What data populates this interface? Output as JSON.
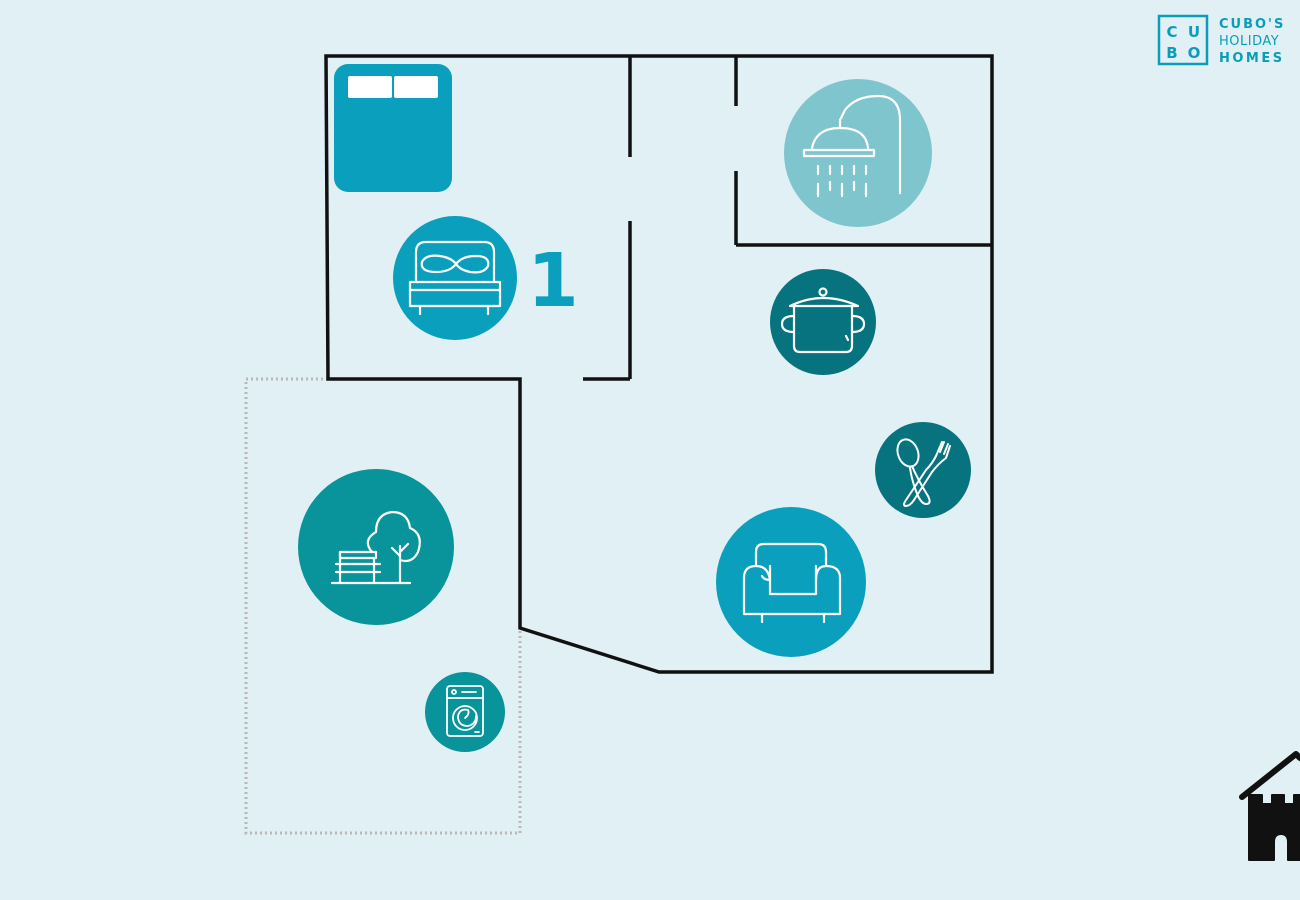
{
  "brand": {
    "box_letters": [
      "C",
      "U",
      "B",
      "O"
    ],
    "words": [
      "CUBO'S",
      "HOLIDAY",
      "HOMES"
    ],
    "color": "#0a9dbb"
  },
  "bedroom": {
    "number": "1"
  },
  "colors": {
    "wall": "#111111",
    "terrace_border": "#b8b8b8",
    "bed_block": "#0aa0bd",
    "bedroom_icon": "#0aa0bd",
    "bathroom_icon": "#7fc5cd",
    "kitchen_icon": "#07737f",
    "dining_icon": "#07737f",
    "living_icon": "#0aa0bd",
    "garden_icon": "#08949a",
    "laundry_icon": "#08949a",
    "number": "#0aa0bd"
  },
  "icons": [
    "bed-icon",
    "shower-icon",
    "cooking-pot-icon",
    "cutlery-icon",
    "sofa-icon",
    "garden-bench-tree-icon",
    "washing-machine-icon",
    "castle-house-icon"
  ]
}
